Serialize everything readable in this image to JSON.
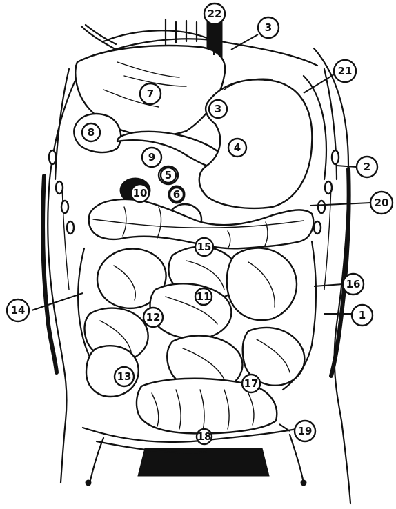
{
  "labels": {
    "l1": "1",
    "l2": "2",
    "l3a": "3",
    "l3b": "3",
    "l4": "4",
    "l5": "5",
    "l6": "6",
    "l7": "7",
    "l8": "8",
    "l9": "9",
    "l10": "10",
    "l11": "11",
    "l12": "12",
    "l13": "13",
    "l14": "14",
    "l15": "15",
    "l16": "16",
    "l17": "17",
    "l18": "18",
    "l19": "19",
    "l20": "20",
    "l21": "21",
    "l22": "22"
  },
  "ink_color": "#111111",
  "background_color": "#ffffff"
}
